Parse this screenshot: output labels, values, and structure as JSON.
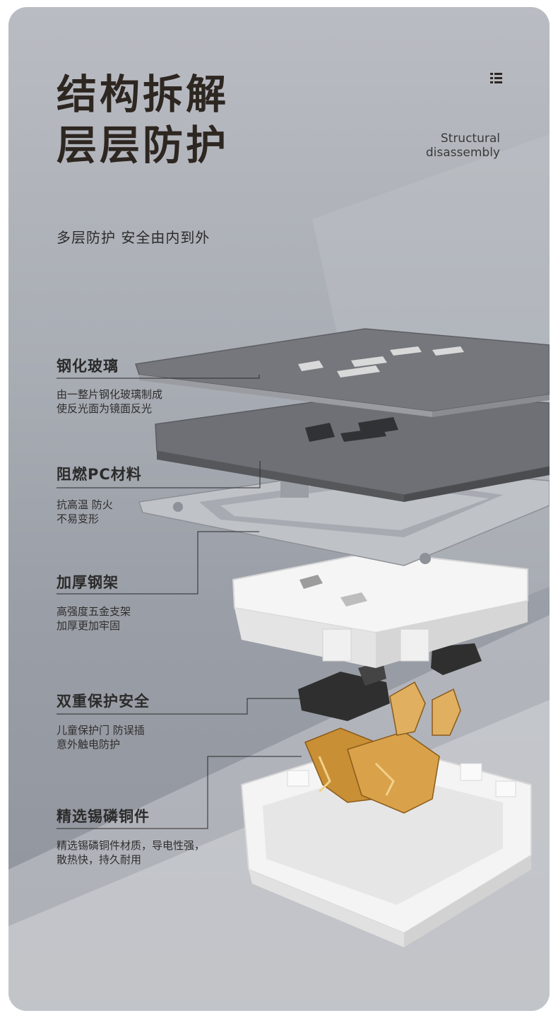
{
  "heading": {
    "line1": "结构拆解",
    "line2": "层层防护",
    "en_line1": "Structural",
    "en_line2": "disassembly"
  },
  "tagline": "多层防护  安全由内到外",
  "layers": [
    {
      "title": "钢化玻璃",
      "desc1": "由一整片钢化玻璃制成",
      "desc2": "使反光面为镜面反光"
    },
    {
      "title": "阻燃PC材料",
      "desc1": "抗高温 防火",
      "desc2": "不易变形"
    },
    {
      "title": "加厚钢架",
      "desc1": "高强度五金支架",
      "desc2": "加厚更加牢固"
    },
    {
      "title": "双重保护安全",
      "desc1": "儿童保护门 防误插",
      "desc2": "意外触电防护"
    },
    {
      "title": "精选锡磷铜件",
      "desc1": "精选锡磷铜件材质，导电性强，",
      "desc2": "散热快，持久耐用"
    }
  ],
  "colors": {
    "title": "#2d2621",
    "glass": "#75777c",
    "pc_panel": "#6e7075",
    "frame": "#b4b7bc",
    "insulator": "#f2f2f2",
    "shutter": "#333333",
    "copper": "#c98f35"
  }
}
